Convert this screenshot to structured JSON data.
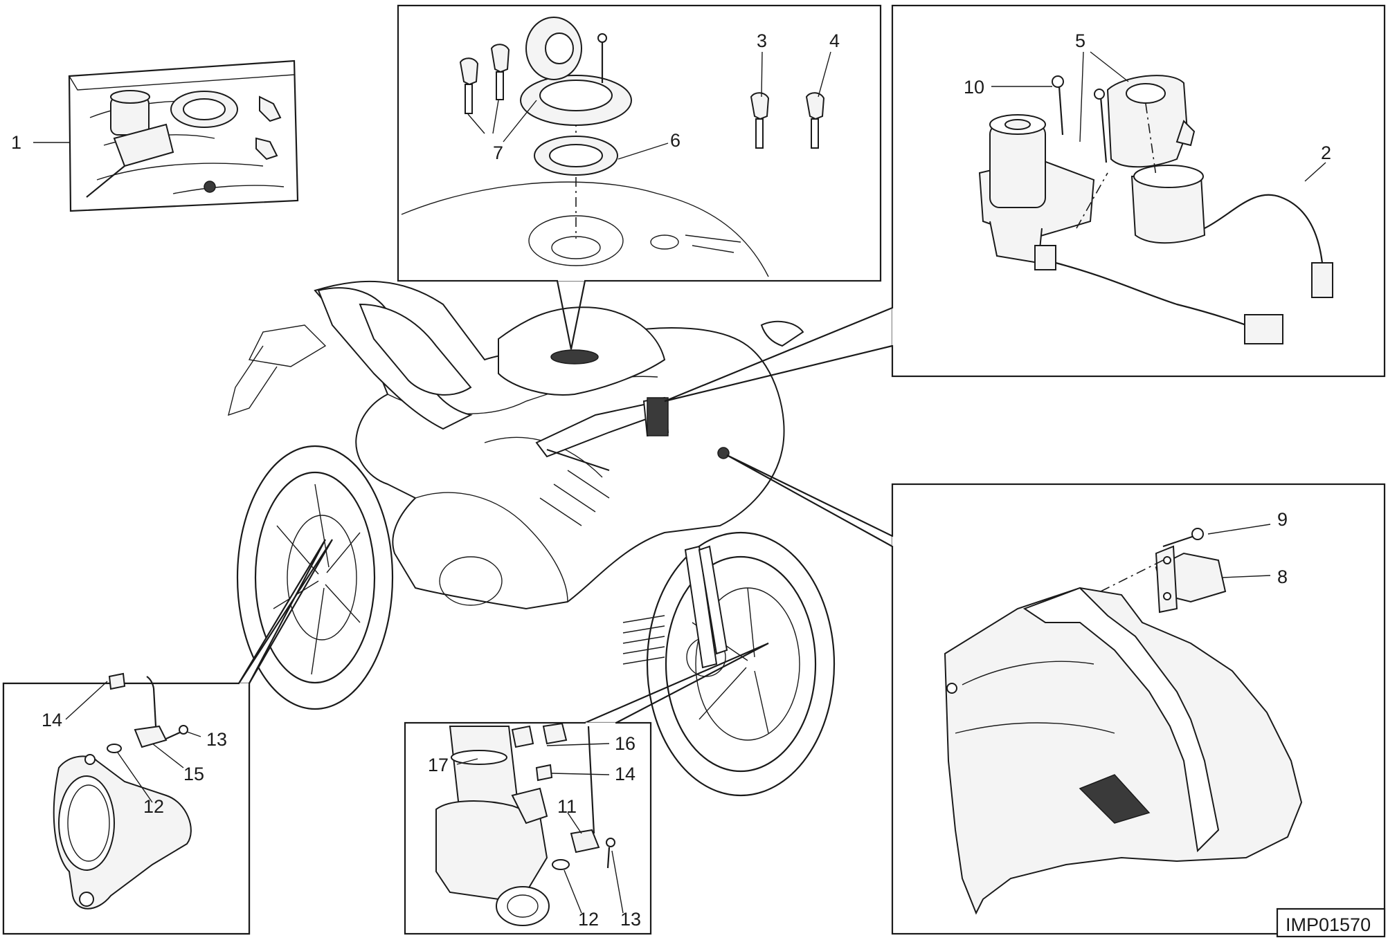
{
  "drawing_id": "IMP01570",
  "callouts": {
    "c1": "1",
    "c2": "2",
    "c3": "3",
    "c4": "4",
    "c5": "5",
    "c6": "6",
    "c7": "7",
    "c8": "8",
    "c9": "9",
    "c10": "10",
    "c11": "11",
    "c12a": "12",
    "c12b": "12",
    "c13a": "13",
    "c13b": "13",
    "c14a": "14",
    "c14b": "14",
    "c15": "15",
    "c16": "16",
    "c17": "17"
  }
}
